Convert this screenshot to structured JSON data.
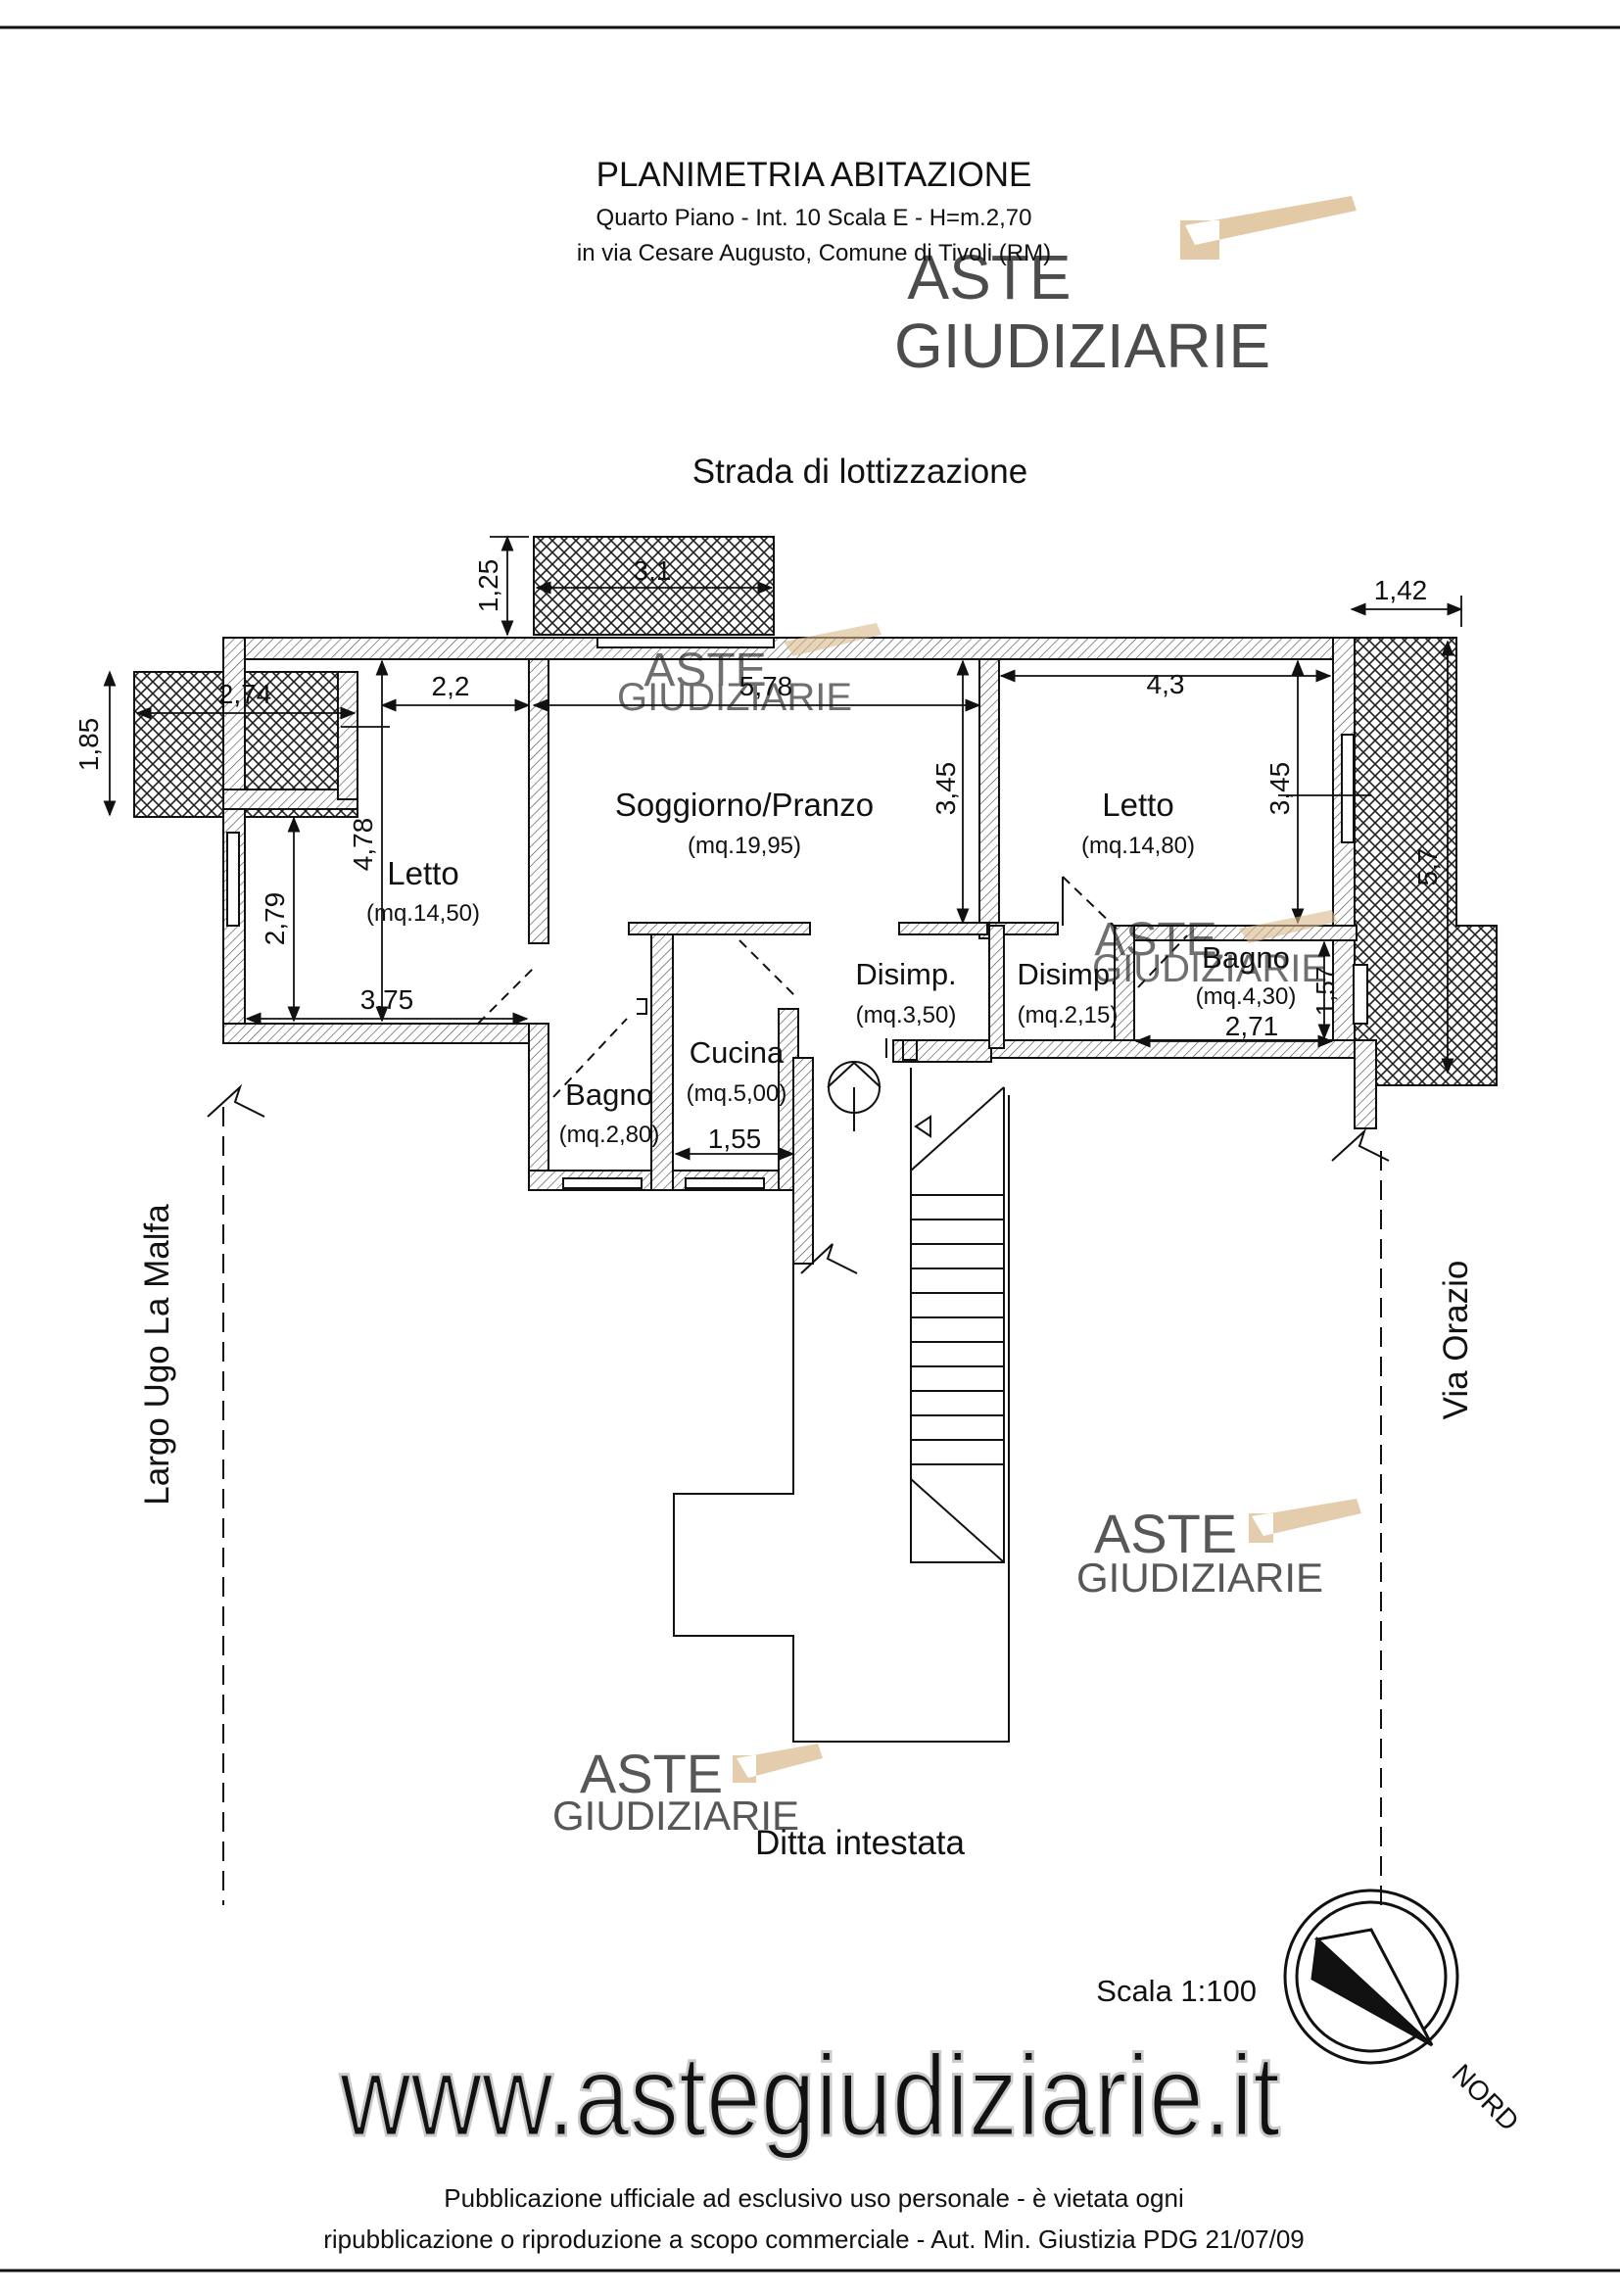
{
  "header": {
    "title": "PLANIMETRIA ABITAZIONE",
    "subtitle_1": "Quarto Piano - Int. 10 Scala E - H=m.2,70",
    "subtitle_2": "in via Cesare Augusto, Comune di Tivoli (RM)"
  },
  "streets": {
    "top": "Strada di lottizzazione",
    "left": "Largo Ugo La Malfa",
    "right": "Via Orazio",
    "bottom": "Ditta intestata"
  },
  "rooms": {
    "letto_left": {
      "name": "Letto",
      "area": "(mq.14,50)"
    },
    "soggiorno": {
      "name": "Soggiorno/Pranzo",
      "area": "(mq.19,95)"
    },
    "letto_right": {
      "name": "Letto",
      "area": "(mq.14,80)"
    },
    "bagno_right": {
      "name": "Bagno",
      "area": "(mq.4,30)"
    },
    "disimp_1": {
      "name": "Disimp.",
      "area": "(mq.3,50)"
    },
    "disimp_2": {
      "name": "Disimp.",
      "area": "(mq.2,15)"
    },
    "cucina": {
      "name": "Cucina",
      "area": "(mq.5,00)"
    },
    "bagno_left": {
      "name": "Bagno",
      "area": "(mq.2,80)"
    }
  },
  "dimensions": {
    "balcony_top_height": "1,25",
    "balcony_top_width": "3,1",
    "balcony_right_width": "1,42",
    "balcony_left_height": "1,85",
    "balcony_left_width": "2,74",
    "letto_left_top": "2,2",
    "soggiorno_width": "5,78",
    "letto_right_width": "4,3",
    "soggiorno_height": "3,45",
    "letto_right_height": "3,45",
    "balcony_right_length": "5,7",
    "letto_left_height": "4,78",
    "letto_left_lower": "2,79",
    "letto_left_width": "3,75",
    "bagno_right_height": "1,57",
    "bagno_right_width": "2,71",
    "cucina_width": "1,55"
  },
  "scale": "Scala 1:100",
  "compass_label": "NORD",
  "watermark": {
    "brand_1": "ASTE",
    "brand_2": "GIUDIZIARIE",
    "url": "www.astegiudiziarie.it"
  },
  "footer": {
    "line_1": "Pubblicazione ufficiale ad esclusivo uso personale - è vietata ogni",
    "line_2": "ripubblicazione o riproduzione a scopo commerciale - Aut. Min. Giustizia PDG 21/07/09"
  },
  "colors": {
    "ink": "#111111",
    "watermark_blue": "#7f95b7",
    "watermark_gold": "#d9b88a",
    "url_grey": "#c9c9c9"
  }
}
